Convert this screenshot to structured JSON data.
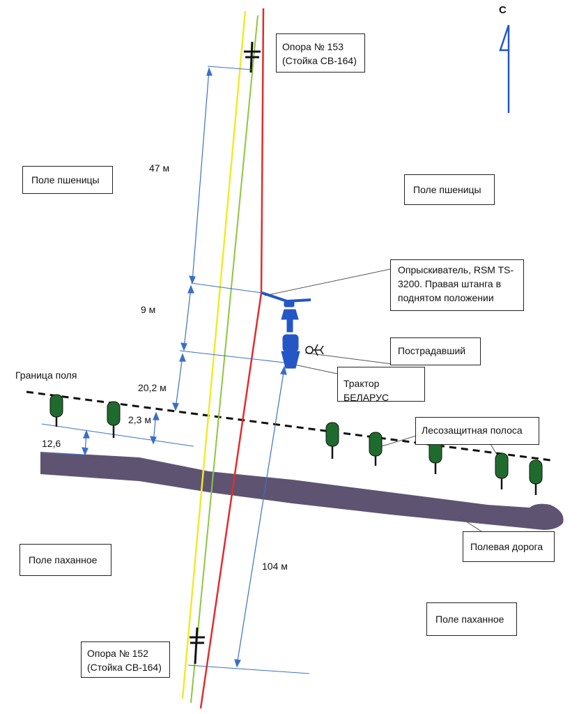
{
  "north": "С",
  "labels": {
    "pole153_line1": "Опора № 153",
    "pole153_line2": "(Стойка СВ-164)",
    "pole152_line1": "Опора № 152",
    "pole152_line2": "(Стойка СВ-164)",
    "wheat_left": "Поле пшеницы",
    "wheat_right": "Поле пшеницы",
    "plowed_left": "Поле паханное",
    "plowed_right": "Поле паханное",
    "sprayer_line1": "Опрыскиватель, RSM TS-",
    "sprayer_line2": "3200.  Правая штанга в",
    "sprayer_line3": "поднятом положении",
    "victim": "Пострадавший",
    "tractor": "Трактор БЕЛАРУС",
    "field_border": "Граница поля",
    "forest_belt": "Лесозащитная полоса",
    "field_road": "Полевая дорога"
  },
  "dimensions": {
    "d47": "47 м",
    "d9": "9 м",
    "d20": "20,2 м",
    "d2_3": "2,3 м",
    "d12_6": "12,6",
    "d104": "104 м"
  },
  "colors": {
    "wire_yellow": "#f0ea2a",
    "wire_green": "#8cc63f",
    "wire_red": "#e32b2b",
    "dimension": "#3a6fc8",
    "road": "#5e5472",
    "tree": "#1f6b2e",
    "sprayer": "#2456c6"
  }
}
